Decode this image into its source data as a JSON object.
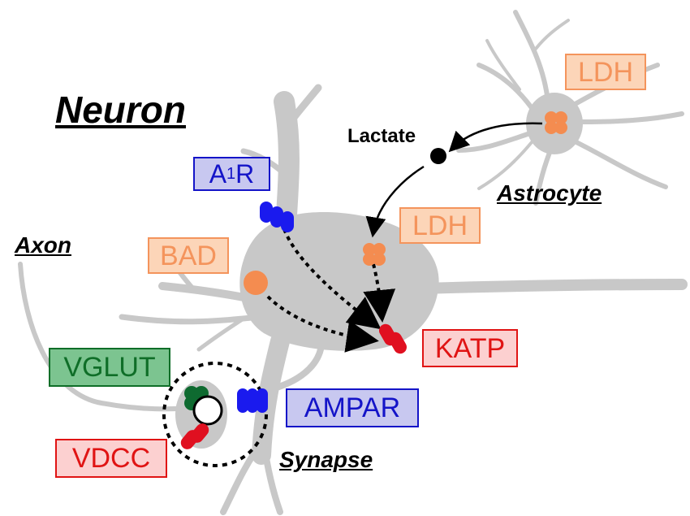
{
  "titles": {
    "neuron": "Neuron",
    "axon": "Axon",
    "astrocyte": "Astrocyte",
    "synapse": "Synapse"
  },
  "metabolite": {
    "lactate": "Lactate"
  },
  "labels": {
    "a1r_main": "A",
    "a1r_sub": "1",
    "a1r_end": "R",
    "bad": "BAD",
    "ldh_neuron": "LDH",
    "ldh_astrocyte": "LDH",
    "katp": "KATP",
    "vglut": "VGLUT",
    "ampar": "AMPAR",
    "vdcc": "VDCC"
  },
  "colors": {
    "cell_body": "#c8c8c8",
    "orange_text": "#f4945c",
    "orange_fill": "#fcd5b8",
    "blue_text": "#1414c8",
    "blue_fill": "#c8c8f0",
    "red_text": "#e01414",
    "red_fill": "#fcd0d0",
    "green_text": "#0f6e28",
    "green_fill": "#7cc490",
    "receptor_blue": "#1a1aee",
    "channel_red": "#e01020",
    "transporter_green": "#0e6a30",
    "enzyme_orange": "#f48c50"
  }
}
